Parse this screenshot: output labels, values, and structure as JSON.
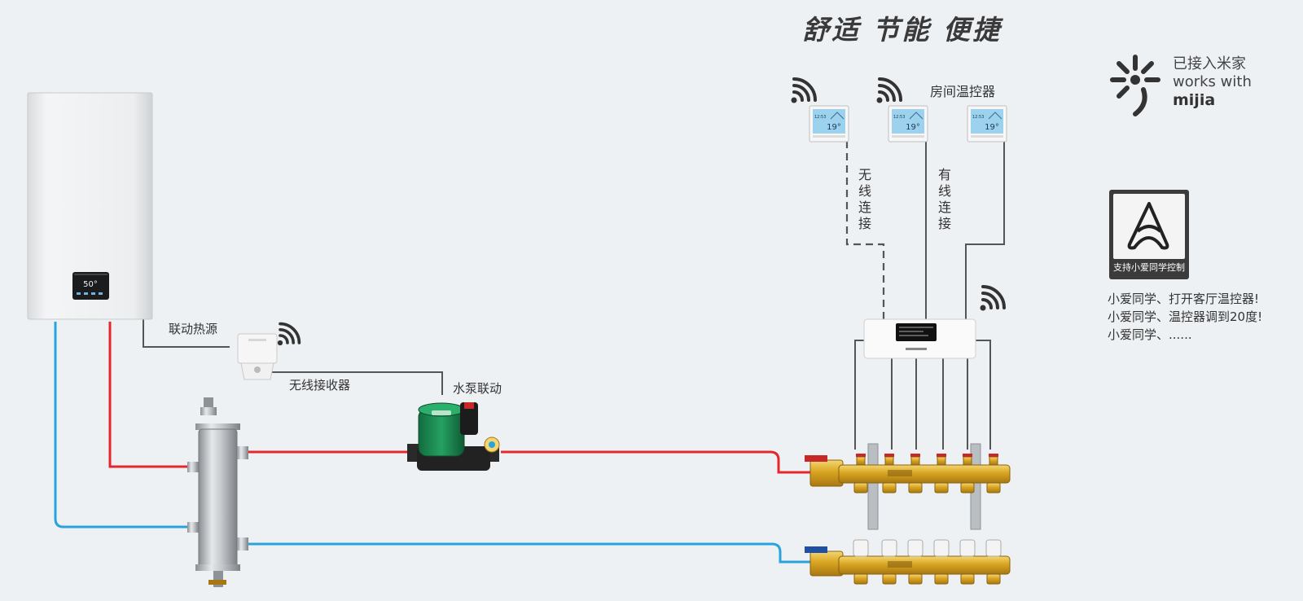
{
  "slogan": "舒适 节能 便捷",
  "thermostat_group_label": "房间温控器",
  "wireless_link_label": "无线连接",
  "wired_link_label": "有线连接",
  "heat_source_link_label": "联动热源",
  "wireless_receiver_label": "无线接收器",
  "pump_link_label": "水泵联动",
  "boiler_display_value": "50°",
  "thermostat_display_value": "19°",
  "thermostat_clock": "12:53",
  "mijia": {
    "line1": "已接入米家",
    "line2": "works with",
    "brand": "mijia"
  },
  "xiaoai_badge_label": "支持小爱同学控制",
  "voice_commands": [
    "小爱同学、打开客厅温控器!",
    "小爱同学、温控器调到20度!",
    "小爱同学、......"
  ],
  "colors": {
    "supply_pipe": "#e5262d",
    "return_pipe": "#2aa3dd",
    "signal_wire": "#555555",
    "brass": "#d9a520",
    "pump_green": "#1f8f55",
    "lcd_blue": "#9cd2ee"
  }
}
